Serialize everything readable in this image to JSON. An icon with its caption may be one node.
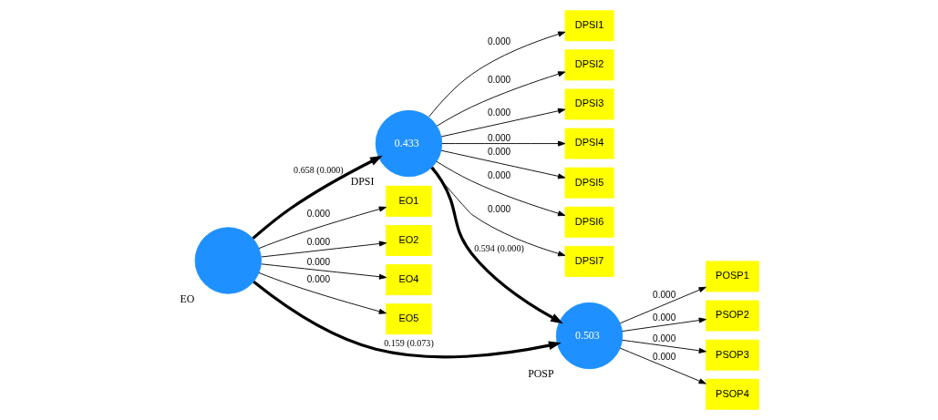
{
  "diagram": {
    "nodes": [
      {
        "text": [
          "DPSI1"
        ]
      },
      {
        "text": [
          "DPSI2"
        ]
      },
      {
        "text": [
          "DPSI3"
        ]
      },
      {
        "text": [
          "DPSI4"
        ]
      },
      {
        "text": [
          "DPSI5"
        ]
      },
      {
        "text": [
          "DPSI6"
        ]
      },
      {
        "text": [
          "DPSI7"
        ]
      },
      {
        "text": [
          "0.433"
        ],
        "beside": [
          "DPSI"
        ]
      },
      {
        "text": [
          "EO1"
        ]
      },
      {
        "text": [
          "EO2"
        ]
      },
      {
        "text": [
          "EO4"
        ]
      },
      {
        "text": [
          "EO5"
        ]
      },
      {
        "text": [],
        "shape": "circle",
        "beside": [
          "EO"
        ]
      },
      {
        "text": [
          "0.503"
        ],
        "beside": [
          "POSP"
        ]
      },
      {
        "text": [
          "POSP1"
        ]
      },
      {
        "text": [
          "PSOP2"
        ]
      },
      {
        "text": [
          "PSOP3"
        ]
      },
      {
        "text": [
          "PSOP4"
        ]
      }
    ],
    "edges": [
      {
        "from": 7,
        "to": 0,
        "arrow": "to",
        "label": "0.000"
      },
      {
        "from": 7,
        "to": 1,
        "arrow": "to",
        "label": "0.000"
      },
      {
        "from": 7,
        "to": 2,
        "arrow": "to",
        "label": "0.000"
      },
      {
        "from": 7,
        "to": 3,
        "arrow": "to",
        "label": "0.000"
      },
      {
        "from": 7,
        "to": 4,
        "arrow": "to",
        "label": "0.000"
      },
      {
        "from": 7,
        "to": 5,
        "arrow": "to",
        "label": "0.000"
      },
      {
        "from": 7,
        "to": 6,
        "arrow": "to",
        "label": "0.000"
      },
      {
        "from": 12,
        "to": 8,
        "arrow": "to",
        "label": "0.000"
      },
      {
        "from": 12,
        "to": 9,
        "arrow": "to",
        "label": "0.000"
      },
      {
        "from": 12,
        "to": 10,
        "arrow": "to",
        "label": "0.000"
      },
      {
        "from": 12,
        "to": 11,
        "arrow": "to",
        "label": "0.000"
      },
      {
        "from": 12,
        "to": 7,
        "arrow": "to",
        "label": "0.658 (0.000)",
        "style": "thick"
      },
      {
        "from": 7,
        "to": 13,
        "arrow": "to",
        "label": "0.594 (0.000)",
        "style": "thick"
      },
      {
        "from": 12,
        "to": 13,
        "arrow": "to",
        "label": "0.159 (0.073)",
        "style": "thick"
      },
      {
        "from": 13,
        "to": 14,
        "arrow": "to",
        "label": "0.000"
      },
      {
        "from": 13,
        "to": 15,
        "arrow": "to",
        "label": "0.000"
      },
      {
        "from": 13,
        "to": 16,
        "arrow": "to",
        "label": "0.000"
      },
      {
        "from": 13,
        "to": 17,
        "arrow": "to",
        "label": "0.000"
      }
    ]
  }
}
